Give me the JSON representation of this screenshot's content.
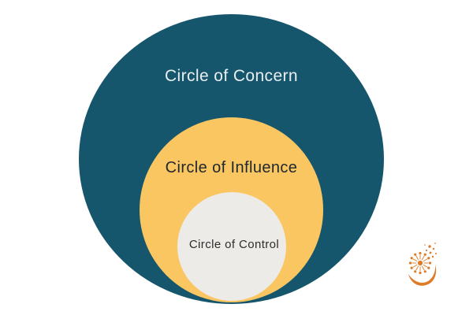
{
  "diagram": {
    "background": "#ffffff",
    "circles": [
      {
        "label": "Circle of Concern",
        "fill": "#16566d",
        "text_color": "#e9eef1"
      },
      {
        "label": "Circle of Influence",
        "fill": "#f9c661",
        "text_color": "#20282f"
      },
      {
        "label": "Circle of Control",
        "fill": "#edebe7",
        "text_color": "#2d2d2d"
      }
    ]
  },
  "logo": {
    "icon": "dandelion-icon",
    "color": "#dd7c28"
  }
}
